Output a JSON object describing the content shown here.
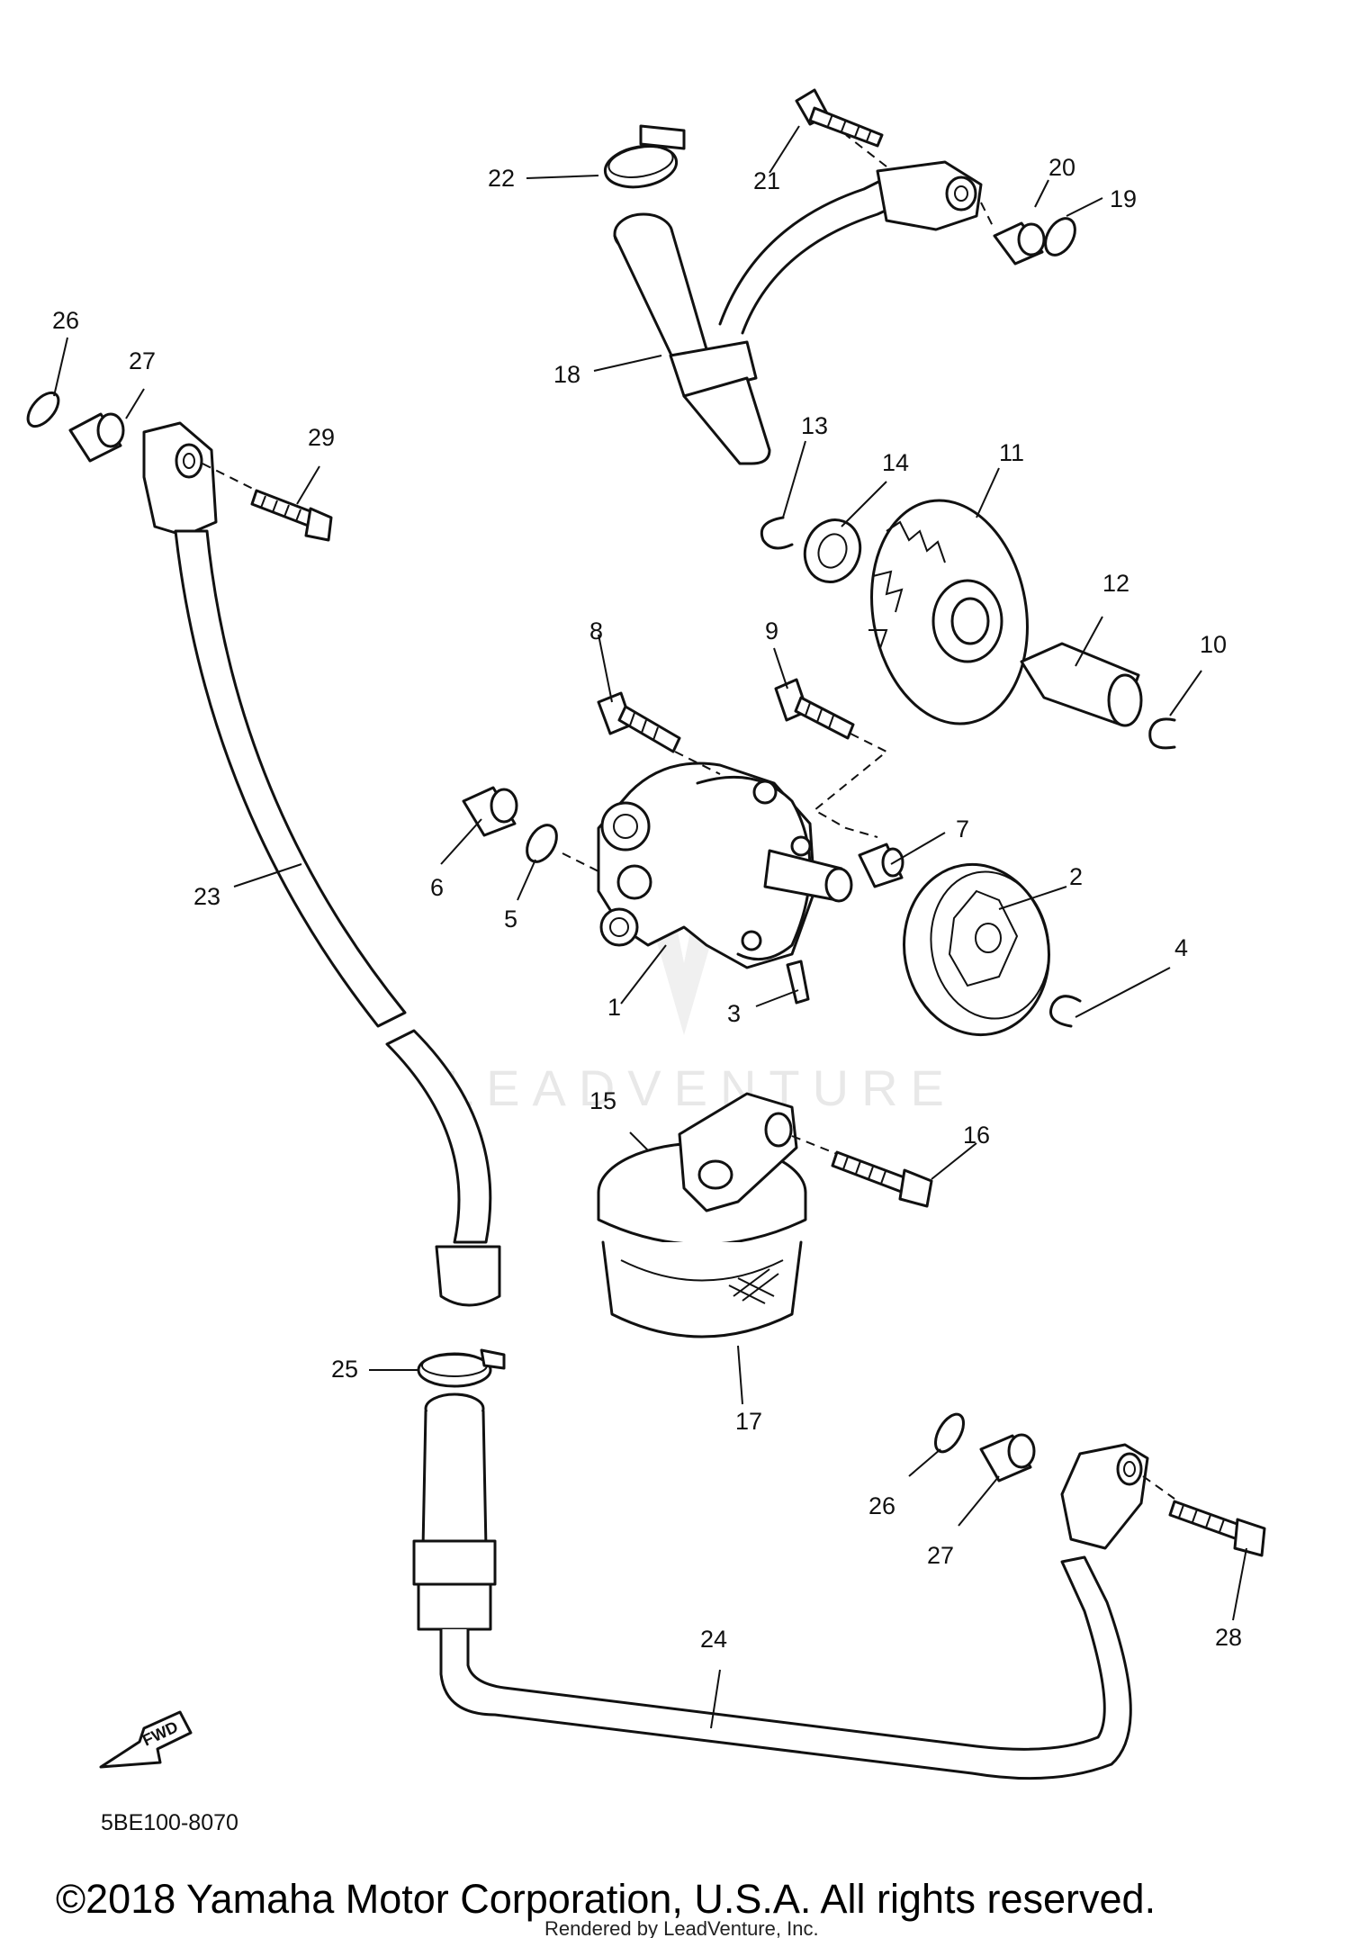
{
  "diagram": {
    "code": "5BE100-8070",
    "fwd_label": "FWD",
    "watermark": "LEADVENTURE",
    "copyright": "©2018 Yamaha Motor Corporation, U.S.A. All rights reserved.",
    "rendered_by": "Rendered by LeadVenture, Inc.",
    "callouts": [
      "1",
      "2",
      "3",
      "4",
      "5",
      "6",
      "7",
      "8",
      "9",
      "10",
      "11",
      "12",
      "13",
      "14",
      "15",
      "16",
      "17",
      "18",
      "19",
      "20",
      "21",
      "22",
      "23",
      "24",
      "25",
      "26",
      "27",
      "28",
      "29",
      "26",
      "27"
    ]
  }
}
